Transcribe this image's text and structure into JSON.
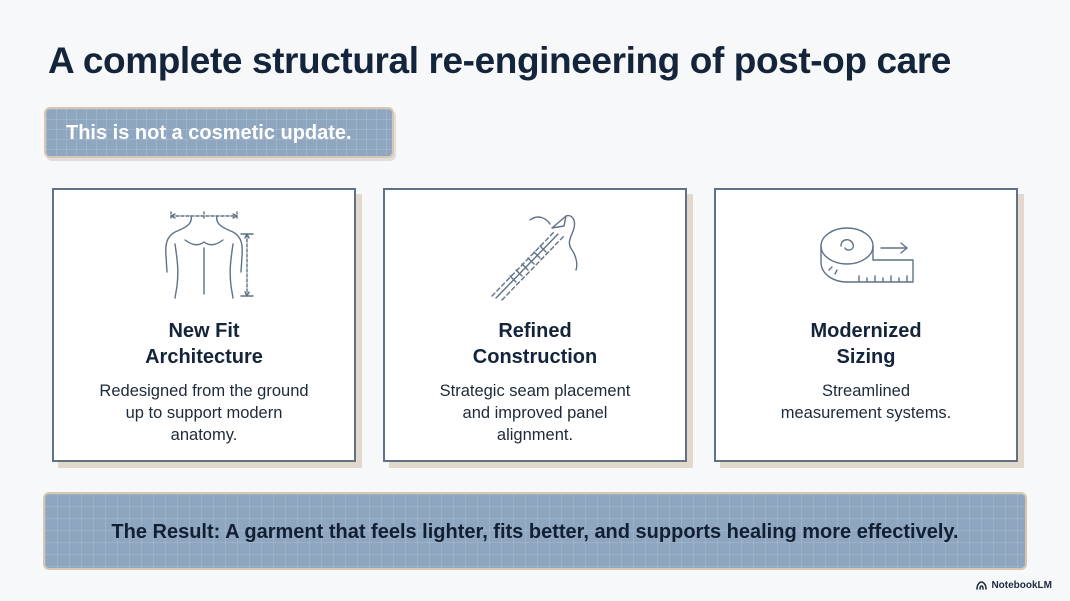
{
  "title": "A complete structural re-engineering of post-op care",
  "badge": "This is not a cosmetic update.",
  "cards": [
    {
      "icon": "torso-measurement-icon",
      "title_lines": [
        "New Fit",
        "Architecture"
      ],
      "desc_lines": [
        "Redesigned from the ground",
        "up to support modern",
        "anatomy."
      ]
    },
    {
      "icon": "needle-seam-icon",
      "title_lines": [
        "Refined",
        "Construction"
      ],
      "desc_lines": [
        "Strategic seam placement",
        "and improved panel",
        "alignment."
      ]
    },
    {
      "icon": "measuring-tape-icon",
      "title_lines": [
        "Modernized",
        "Sizing"
      ],
      "desc_lines": [
        "Streamlined",
        "measurement systems."
      ]
    }
  ],
  "result": "The Result: A garment that feels lighter, fits better, and supports healing more effectively.",
  "brand": "NotebookLM",
  "colors": {
    "background": "#f7f8fa",
    "panel_blue": "#8ea6bf",
    "card_border": "#5f7287",
    "shadow_beige": "#e2d8cb",
    "title_navy": "#14243a"
  }
}
